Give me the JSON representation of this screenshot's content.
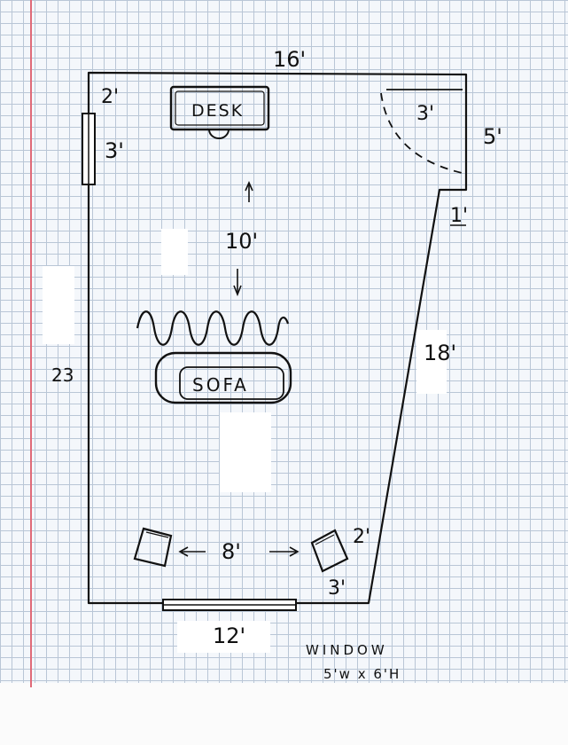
{
  "room": {
    "top_wall": "16'",
    "left_top": "2'",
    "left_window": "3'",
    "left_wall": "23",
    "door_width": "3'",
    "door_side": "5'",
    "corner_step": "1'",
    "right_wall": "18'",
    "diag_small": "2'",
    "bottom_right": "3'",
    "bottom_wall": "12'"
  },
  "furniture": {
    "desk": "DESK",
    "sofa": "SOFA",
    "desk_to_curtain": "10'",
    "chairs_spacing": "8'"
  },
  "window_note": {
    "line1": "WINDOW",
    "line2": "5'w x 6'H"
  },
  "colors": {
    "ink": "#111111",
    "grid": "#b9c6d6",
    "margin": "#e06a78"
  }
}
